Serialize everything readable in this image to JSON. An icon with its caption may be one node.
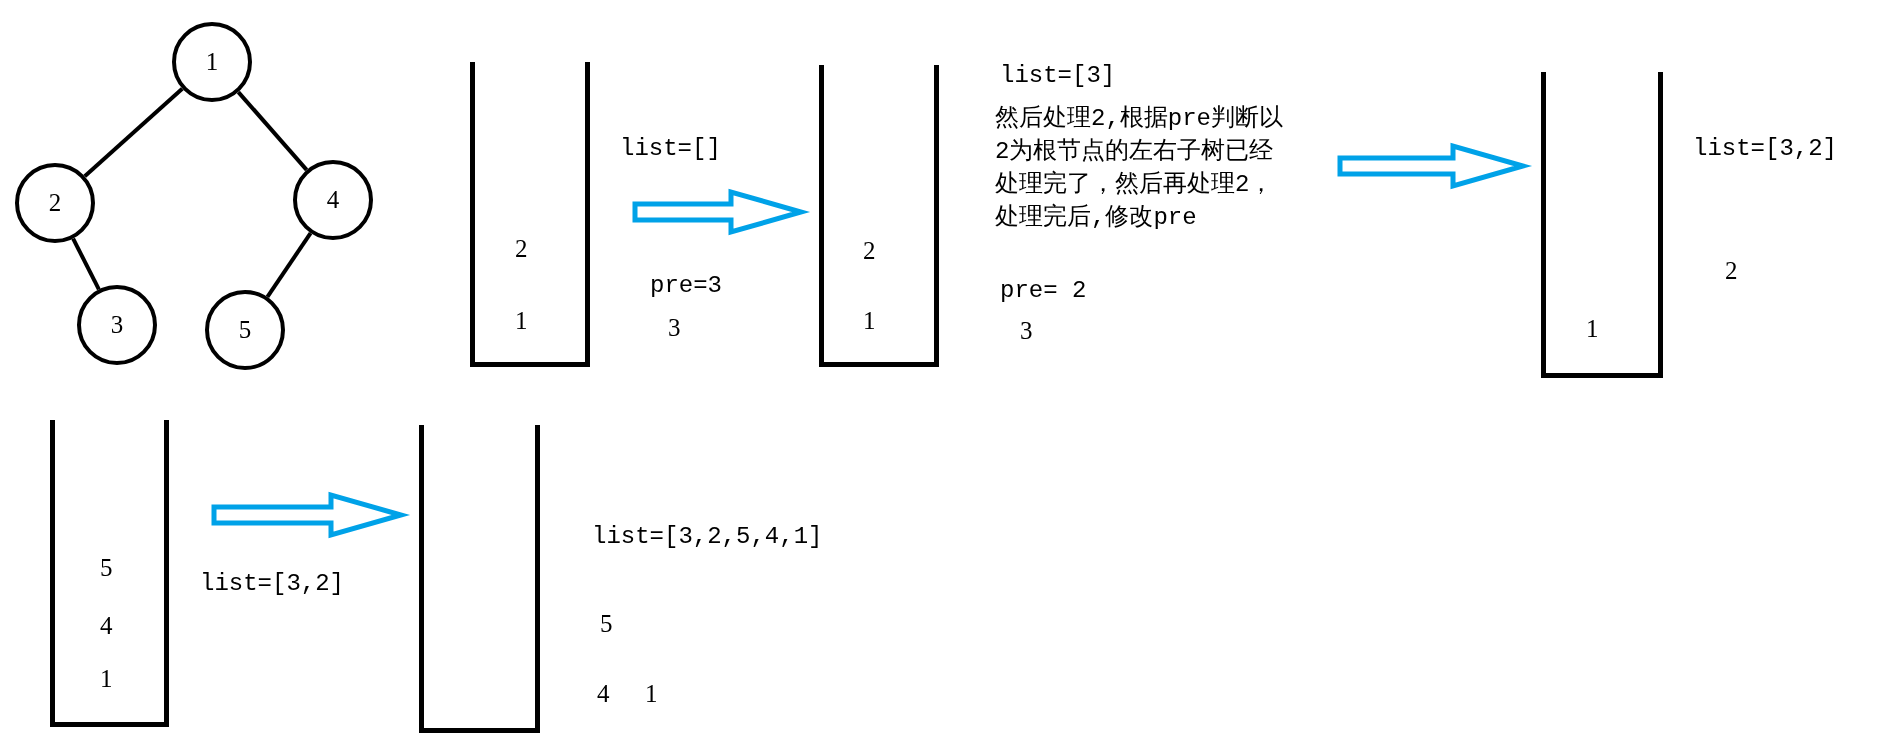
{
  "diagram": {
    "nodes": [
      {
        "text": [
          "1"
        ]
      },
      {
        "text": [
          "2"
        ]
      },
      {
        "text": [
          "4"
        ]
      },
      {
        "text": [
          "3"
        ]
      },
      {
        "text": [
          "5"
        ]
      },
      {
        "text": [
          "2",
          "1"
        ]
      },
      {
        "text": [
          "2",
          "1"
        ]
      },
      {
        "text": [
          "1"
        ]
      },
      {
        "text": [
          "5",
          "4",
          "1"
        ]
      },
      {
        "text": [],
        "shape": "box"
      }
    ],
    "edges": [
      {
        "from": 0,
        "to": 1,
        "arrow": "none"
      },
      {
        "from": 0,
        "to": 2,
        "arrow": "none"
      },
      {
        "from": 1,
        "to": 3,
        "arrow": "none"
      },
      {
        "from": 2,
        "to": 4,
        "arrow": "none"
      },
      {
        "from": 5,
        "to": 6,
        "arrow": "to",
        "color": "#00a2e8"
      },
      {
        "from": null,
        "to": 7,
        "arrow": "to",
        "color": "#00a2e8"
      },
      {
        "from": 8,
        "to": 9,
        "arrow": "to",
        "color": "#00a2e8"
      }
    ],
    "labels": [
      "list=[]",
      "pre=3",
      "3",
      "list=[3]",
      "然后处理2,根据pre判断以2为根节点的左右子树已经处理完了，然后再处理2，处理完后,修改pre",
      "pre= 2",
      "3",
      "list=[3,2]",
      "2",
      "list=[3,2]",
      "list=[3,2,5,4,1]",
      "5",
      "4",
      "1"
    ]
  }
}
